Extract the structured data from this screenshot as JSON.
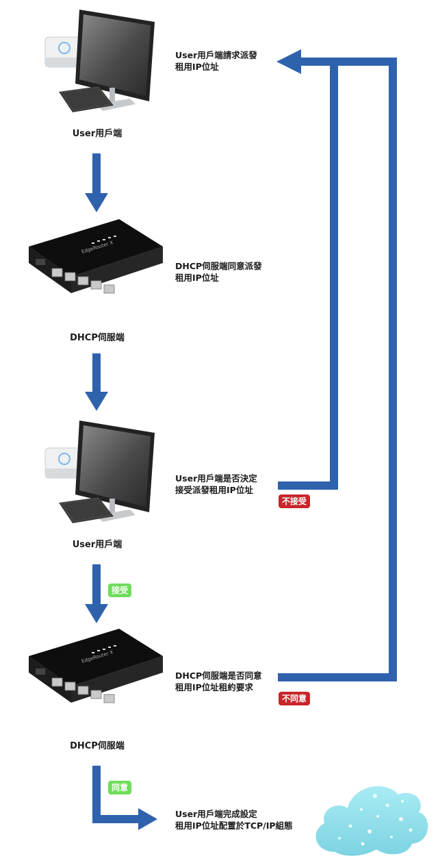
{
  "nodes": {
    "user1_label": "User用戶端",
    "dhcp1_label": "DHCP伺服端",
    "user2_label": "User用戶端",
    "dhcp2_label": "DHCP伺服端"
  },
  "steps": {
    "request": "User用戶端請求派發\n租用IP位址",
    "offer": "DHCP伺服端同意派發\n租用IP位址",
    "decide": "User用戶端是否決定\n接受派發租用IP位址",
    "ack_check": "DHCP伺服端是否同意\n租用IP位址租約要求",
    "complete": "User用戶端完成設定\n租用IP位址配置於TCP/IP組態"
  },
  "badges": {
    "reject_user": "不接受",
    "accept": "接受",
    "reject_dhcp": "不同意",
    "agree": "同意"
  },
  "router_model": "EdgeRouter X",
  "colors": {
    "arrow_blue": "#2f62ad",
    "badge_red": "#c8262b",
    "badge_green": "#6fdd5a",
    "cloud": "#8fe0ec"
  },
  "icons": [
    "computer-icon",
    "router-icon",
    "cloud-icon"
  ]
}
